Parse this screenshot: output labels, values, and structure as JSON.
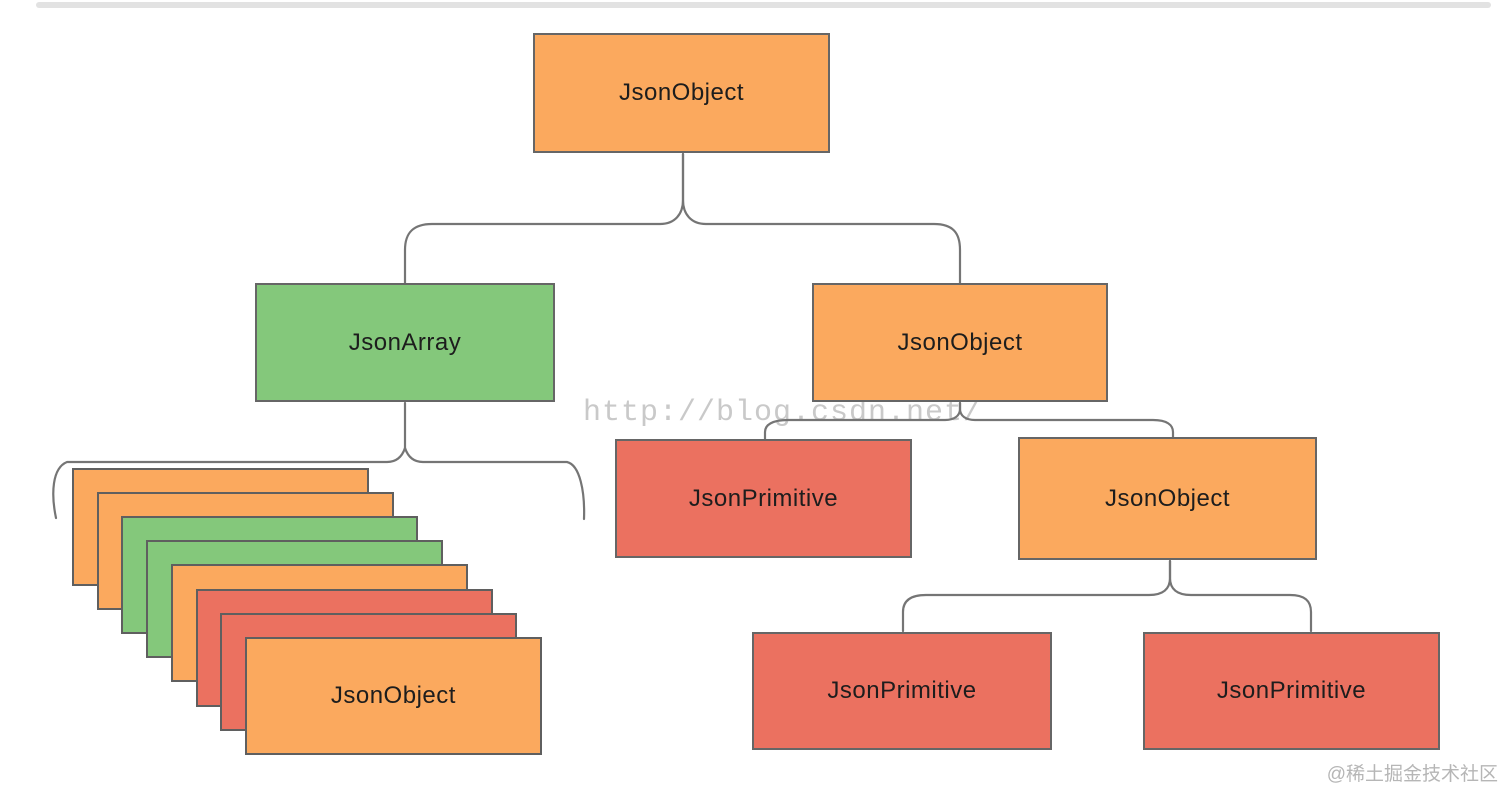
{
  "watermarks": {
    "center_url": "http://blog.csdn.net/",
    "footer": "@稀土掘金技术社区"
  },
  "colors": {
    "orange": "#fba95e",
    "green": "#84c87b",
    "red": "#eb7160",
    "box_border": "#666666",
    "line": "#757575",
    "divider_bar": "#e2e2e2",
    "center_watermark": "#c9c9c9",
    "footer_watermark": "#b6b6b6",
    "label_text": "#1d1d1d"
  },
  "nodes": {
    "root": {
      "label": "JsonObject",
      "color": "orange"
    },
    "array": {
      "label": "JsonArray",
      "color": "green"
    },
    "child_object": {
      "label": "JsonObject",
      "color": "orange"
    },
    "primitive_1": {
      "label": "JsonPrimitive",
      "color": "red"
    },
    "grandchild_object": {
      "label": "JsonObject",
      "color": "orange"
    },
    "primitive_2": {
      "label": "JsonPrimitive",
      "color": "red"
    },
    "primitive_3": {
      "label": "JsonPrimitive",
      "color": "red"
    }
  },
  "stack": {
    "front_label": "JsonObject",
    "card_colors": [
      "orange",
      "orange",
      "green",
      "green",
      "orange",
      "red",
      "red",
      "orange"
    ]
  }
}
